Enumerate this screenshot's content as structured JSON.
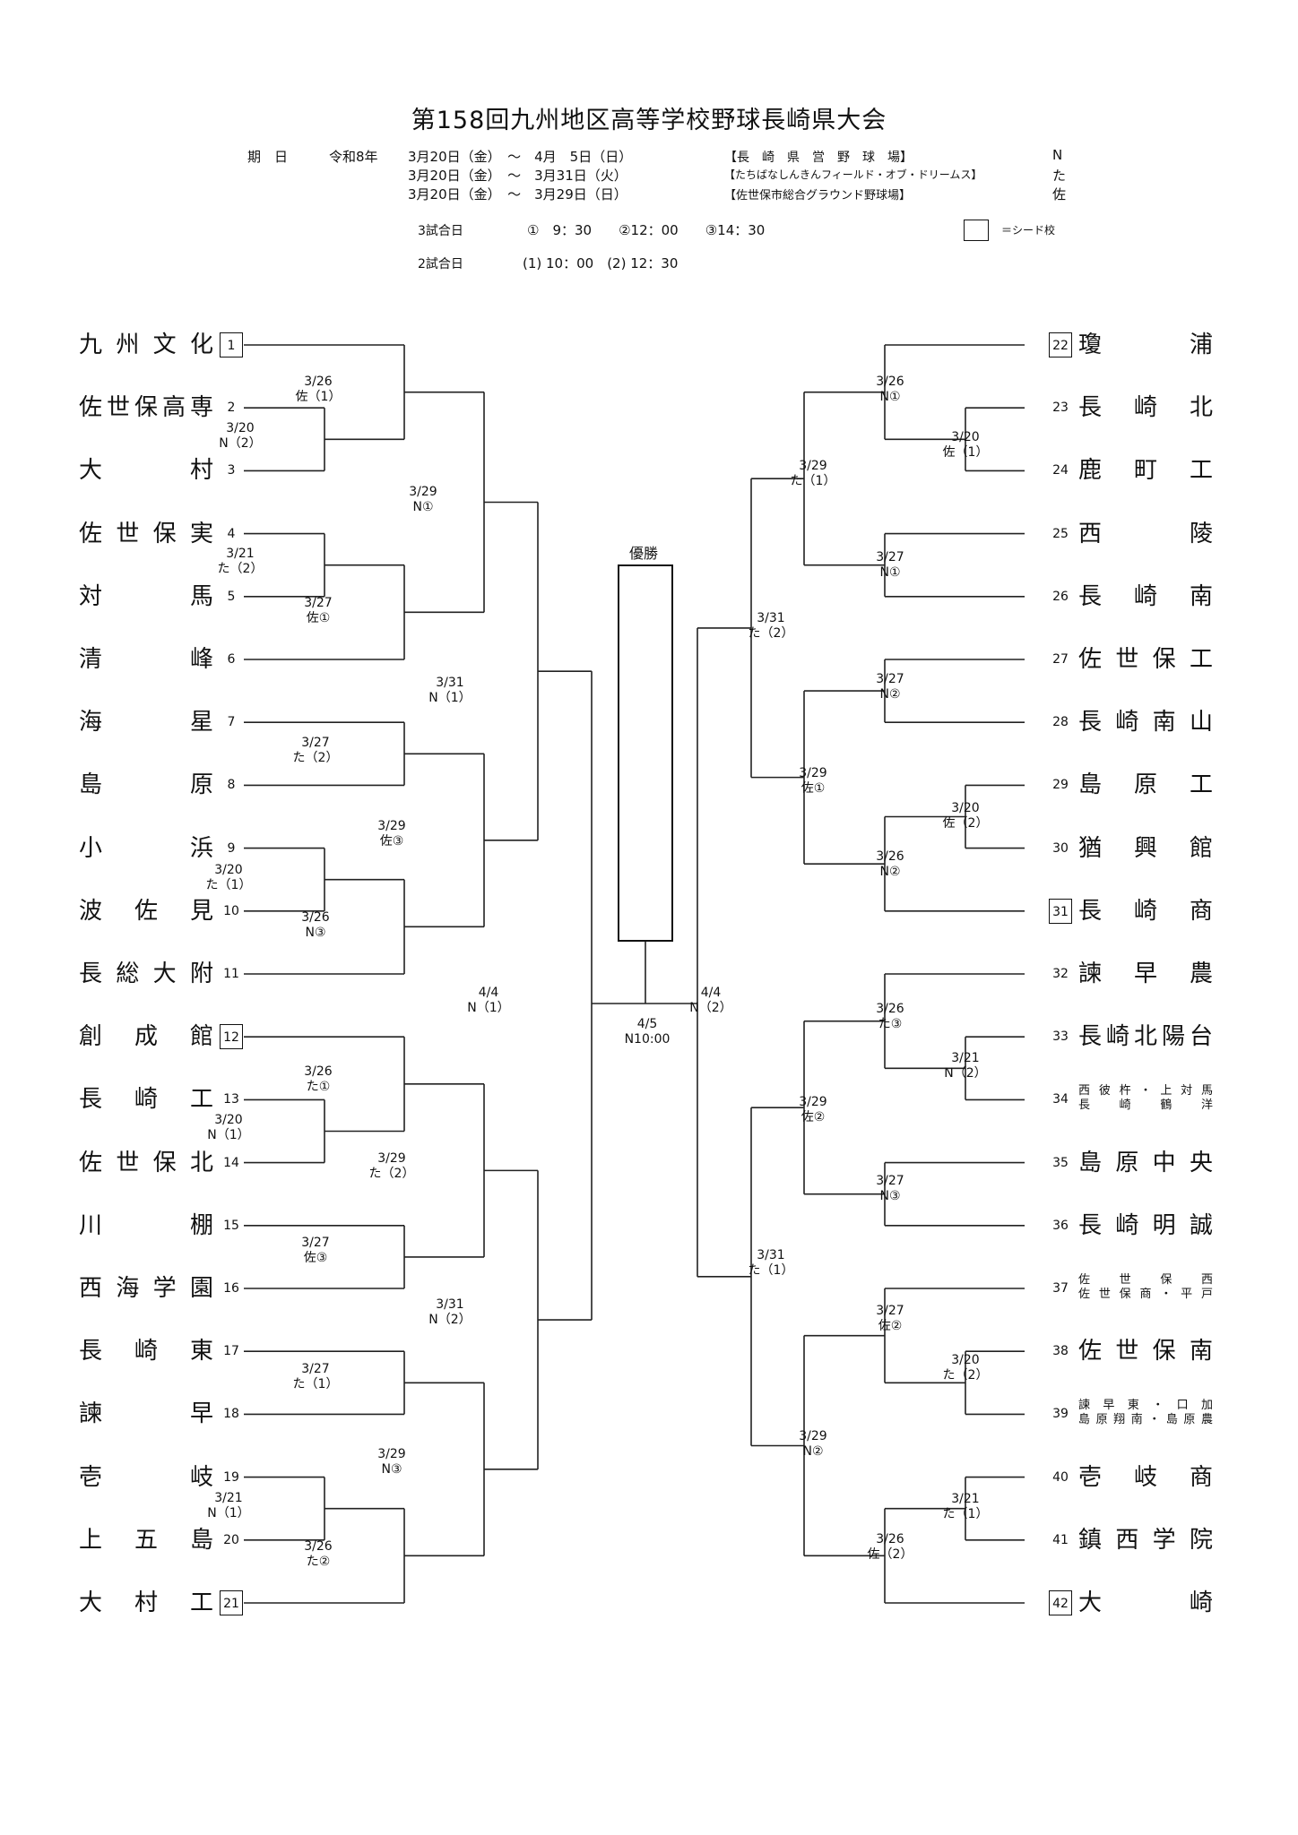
{
  "title": "第158回九州地区高等学校野球長崎県大会",
  "schedule": {
    "label": "期　日",
    "era": "令和8年",
    "rows": [
      {
        "period": "3月20日（金）　～　4月　5日（日）",
        "venue": "【長　崎　県　営　野　球　場】",
        "code": "N"
      },
      {
        "period": "3月20日（金）　～　3月31日（火）",
        "venue": "【たちばなしんきんフィールド・オブ・ドリームス】",
        "code": "た"
      },
      {
        "period": "3月20日（金）　～　3月29日（日）",
        "venue": "【佐世保市総合グラウンド野球場】",
        "code": "佐"
      }
    ],
    "three_games": {
      "label": "3試合日",
      "times": "①　9：30　　②12：00　　③14：30"
    },
    "two_games": {
      "label": "2試合日",
      "times": "(1) 10：00　(2) 12：30"
    },
    "seed_legend": "＝シード校"
  },
  "champion_label": "優勝",
  "final": {
    "date": "4/5",
    "slot": "N10:00"
  },
  "left_teams": [
    {
      "num": "1",
      "name": "九州文化",
      "seed": true
    },
    {
      "num": "2",
      "name": "佐世保高専"
    },
    {
      "num": "3",
      "name": "大村"
    },
    {
      "num": "4",
      "name": "佐世保実"
    },
    {
      "num": "5",
      "name": "対馬"
    },
    {
      "num": "6",
      "name": "清峰"
    },
    {
      "num": "7",
      "name": "海星"
    },
    {
      "num": "8",
      "name": "島原"
    },
    {
      "num": "9",
      "name": "小浜"
    },
    {
      "num": "10",
      "name": "波佐見"
    },
    {
      "num": "11",
      "name": "長総大附"
    },
    {
      "num": "12",
      "name": "創成館",
      "seed": true
    },
    {
      "num": "13",
      "name": "長崎工"
    },
    {
      "num": "14",
      "name": "佐世保北"
    },
    {
      "num": "15",
      "name": "川棚"
    },
    {
      "num": "16",
      "name": "西海学園"
    },
    {
      "num": "17",
      "name": "長崎東"
    },
    {
      "num": "18",
      "name": "諫早"
    },
    {
      "num": "19",
      "name": "壱岐"
    },
    {
      "num": "20",
      "name": "上五島"
    },
    {
      "num": "21",
      "name": "大村工",
      "seed": true
    }
  ],
  "right_teams": [
    {
      "num": "22",
      "name": "瓊浦",
      "seed": true
    },
    {
      "num": "23",
      "name": "長崎北"
    },
    {
      "num": "24",
      "name": "鹿町工"
    },
    {
      "num": "25",
      "name": "西陵"
    },
    {
      "num": "26",
      "name": "長崎南"
    },
    {
      "num": "27",
      "name": "佐世保工"
    },
    {
      "num": "28",
      "name": "長崎南山"
    },
    {
      "num": "29",
      "name": "島原工"
    },
    {
      "num": "30",
      "name": "猶興館"
    },
    {
      "num": "31",
      "name": "長崎商",
      "seed": true
    },
    {
      "num": "32",
      "name": "諫早農"
    },
    {
      "num": "33",
      "name": "長崎北陽台"
    },
    {
      "num": "34",
      "name": "西彼杵・上対馬",
      "name2": "長崎鶴洋"
    },
    {
      "num": "35",
      "name": "島原中央"
    },
    {
      "num": "36",
      "name": "長崎明誠"
    },
    {
      "num": "37",
      "name": "佐世保西",
      "name2": "佐世保商・平戸"
    },
    {
      "num": "38",
      "name": "佐世保南"
    },
    {
      "num": "39",
      "name": "諫早東・口加",
      "name2": "島原翔南・島原農"
    },
    {
      "num": "40",
      "name": "壱岐商"
    },
    {
      "num": "41",
      "name": "鎮西学院"
    },
    {
      "num": "42",
      "name": "大崎",
      "seed": true
    }
  ],
  "matches": [
    {
      "id": "L1",
      "date": "3/20",
      "slot": "N（2）"
    },
    {
      "id": "L2",
      "date": "3/26",
      "slot": "佐（1）"
    },
    {
      "id": "L3",
      "date": "3/21",
      "slot": "た（2）"
    },
    {
      "id": "L4",
      "date": "3/27",
      "slot": "佐①"
    },
    {
      "id": "L5",
      "date": "3/29",
      "slot": "N①"
    },
    {
      "id": "L6",
      "date": "3/27",
      "slot": "た（2）"
    },
    {
      "id": "L7",
      "date": "3/20",
      "slot": "た（1）"
    },
    {
      "id": "L8",
      "date": "3/26",
      "slot": "N③"
    },
    {
      "id": "L9",
      "date": "3/29",
      "slot": "佐③"
    },
    {
      "id": "L10",
      "date": "3/31",
      "slot": "N（1）"
    },
    {
      "id": "L11",
      "date": "3/20",
      "slot": "N（1）"
    },
    {
      "id": "L12",
      "date": "3/26",
      "slot": "た①"
    },
    {
      "id": "L13",
      "date": "3/27",
      "slot": "佐③"
    },
    {
      "id": "L14",
      "date": "3/29",
      "slot": "た（2）"
    },
    {
      "id": "L15",
      "date": "3/27",
      "slot": "た（1）"
    },
    {
      "id": "L16",
      "date": "3/21",
      "slot": "N（1）"
    },
    {
      "id": "L17",
      "date": "3/26",
      "slot": "た②"
    },
    {
      "id": "L18",
      "date": "3/29",
      "slot": "N③"
    },
    {
      "id": "L19",
      "date": "3/31",
      "slot": "N（2）"
    },
    {
      "id": "L20",
      "date": "4/4",
      "slot": "N（1）"
    },
    {
      "id": "R1",
      "date": "3/20",
      "slot": "佐（1）"
    },
    {
      "id": "R2",
      "date": "3/26",
      "slot": "N①"
    },
    {
      "id": "R3",
      "date": "3/27",
      "slot": "N①"
    },
    {
      "id": "R4",
      "date": "3/29",
      "slot": "た（1）"
    },
    {
      "id": "R5",
      "date": "3/27",
      "slot": "N②"
    },
    {
      "id": "R6",
      "date": "3/20",
      "slot": "佐（2）"
    },
    {
      "id": "R7",
      "date": "3/26",
      "slot": "N②"
    },
    {
      "id": "R8",
      "date": "3/29",
      "slot": "佐①"
    },
    {
      "id": "R9",
      "date": "3/31",
      "slot": "た（2）"
    },
    {
      "id": "R10",
      "date": "3/21",
      "slot": "N（2）"
    },
    {
      "id": "R11",
      "date": "3/26",
      "slot": "た③"
    },
    {
      "id": "R12",
      "date": "3/27",
      "slot": "N③"
    },
    {
      "id": "R13",
      "date": "3/29",
      "slot": "佐②"
    },
    {
      "id": "R14",
      "date": "3/20",
      "slot": "た（2）"
    },
    {
      "id": "R15",
      "date": "3/27",
      "slot": "佐②"
    },
    {
      "id": "R16",
      "date": "3/21",
      "slot": "た（1）"
    },
    {
      "id": "R17",
      "date": "3/26",
      "slot": "佐（2）"
    },
    {
      "id": "R18",
      "date": "3/29",
      "slot": "N②"
    },
    {
      "id": "R19",
      "date": "3/31",
      "slot": "た（1）"
    },
    {
      "id": "R20",
      "date": "4/4",
      "slot": "N（2）"
    }
  ]
}
